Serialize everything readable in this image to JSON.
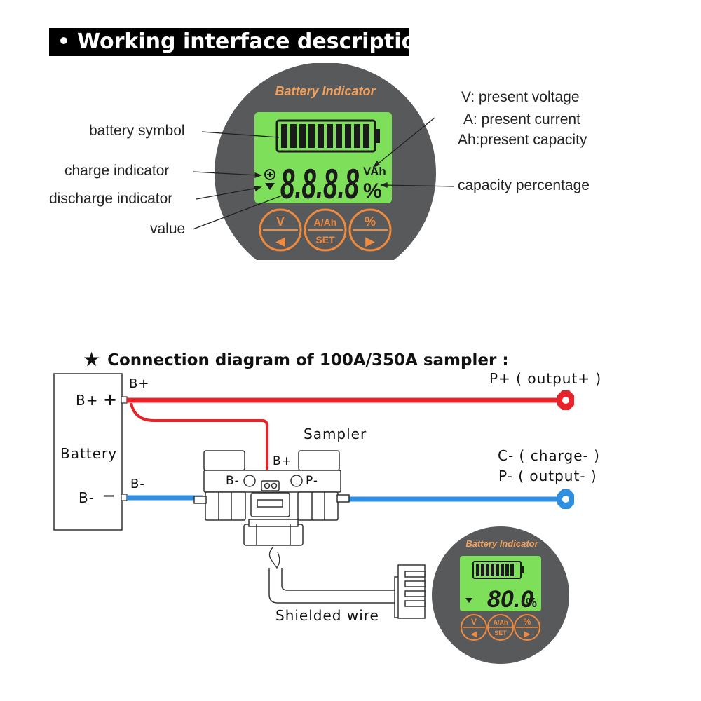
{
  "header": {
    "title": "Working interface description :"
  },
  "meter_top": {
    "brand": "Battery Indicator",
    "digits": "8.8.8.8",
    "unit_vah": "VAh",
    "unit_pct": "%",
    "buttons": [
      {
        "top": "V",
        "bottom": "◀"
      },
      {
        "top": "A/Ah",
        "bottom": "SET"
      },
      {
        "top": "%",
        "bottom": "▶"
      }
    ]
  },
  "callouts": {
    "battery_symbol": "battery symbol",
    "charge_indicator": "charge  indicator",
    "discharge_indicator": "discharge  indicator",
    "value": "value",
    "voltage": "V: present voltage",
    "current": "A: present current",
    "capacity": "Ah:present capacity",
    "percentage": "capacity  percentage"
  },
  "connection": {
    "title": "Connection diagram of 100A/350A sampler :",
    "battery": "Battery",
    "b_plus_terminal": "B+",
    "b_plus_sign": "+",
    "b_minus_terminal": "B-",
    "b_minus_sign": "—",
    "b_plus_wire": "B+",
    "b_minus_wire": "B-",
    "p_plus": "P+ ( output+ )",
    "c_minus": "C- ( charge- )",
    "p_minus": "P- ( output- )",
    "sampler": "Sampler",
    "sampler_b_plus": "B+",
    "sampler_b_minus": "B-",
    "sampler_p_minus": "P-",
    "shielded_wire": "Shielded wire"
  },
  "meter_small": {
    "brand": "Battery Indicator",
    "reading": "80.0",
    "unit_pct": "%",
    "buttons": [
      {
        "top": "V",
        "bottom": "◀"
      },
      {
        "top": "A/Ah",
        "bottom": "SET"
      },
      {
        "top": "%",
        "bottom": "▶"
      }
    ]
  },
  "colors": {
    "wire_positive": "#e8242a",
    "wire_negative": "#2f8fe0",
    "lcd_green": "#7ee05a",
    "bezel": "#58595b",
    "button_orange": "#f08a3c",
    "brand_orange": "#f2a05a"
  }
}
